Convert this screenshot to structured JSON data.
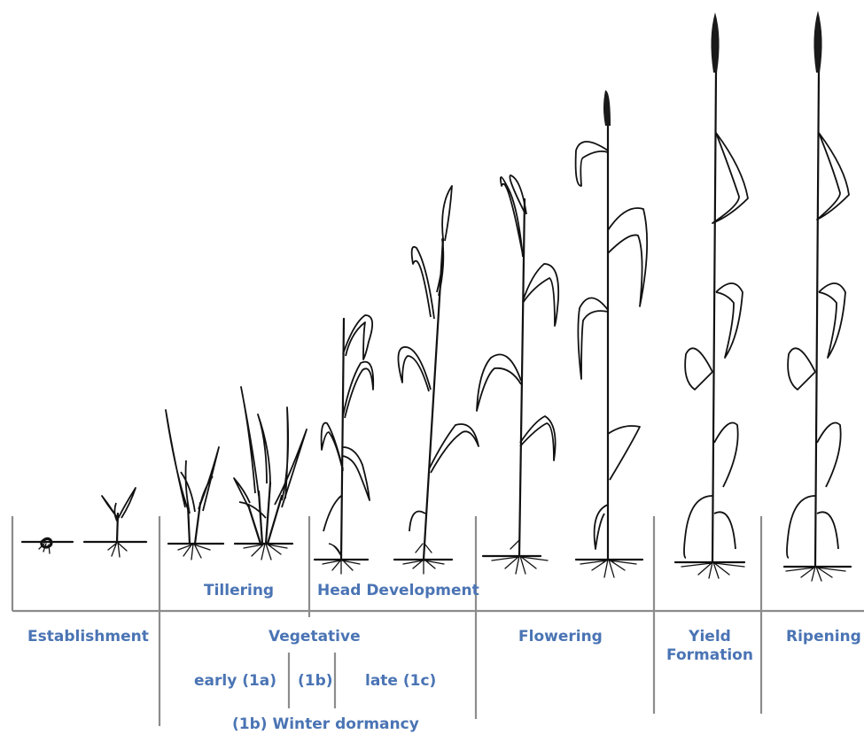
{
  "colors": {
    "label": "#4a74b4",
    "divider": "#8c8c8c",
    "plant": "#111111"
  },
  "upper_labels": {
    "tillering": "Tillering",
    "head_development": "Head Development"
  },
  "stages": {
    "establishment": "Establishment",
    "vegetative": "Vegetative",
    "flowering": "Flowering",
    "yield_formation": "Yield Formation",
    "ripening": "Ripening"
  },
  "vegetative_substages": {
    "early": "early (1a)",
    "dormancy_short": "(1b)",
    "late": "late (1c)",
    "winter_dormancy": "(1b) Winter dormancy"
  }
}
